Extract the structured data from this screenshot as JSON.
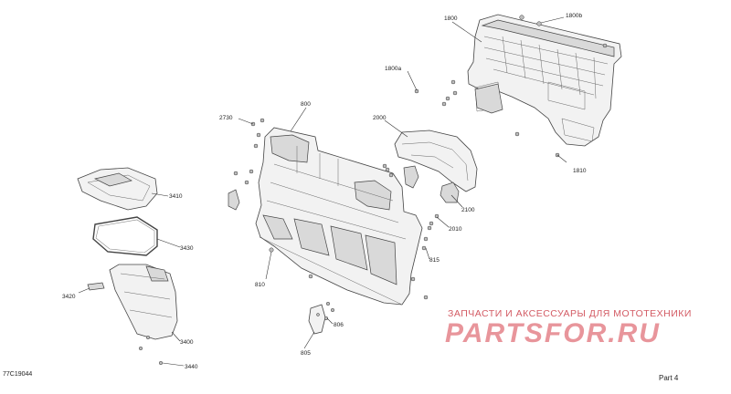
{
  "diagram": {
    "figure_code": "77C19044",
    "page_label": "Part 4",
    "callouts": {
      "c1800": "1800",
      "c1800b": "1800b",
      "c1800a": "1800a",
      "c1810": "1810",
      "c800": "800",
      "c2730": "2730",
      "c2000": "2000",
      "c2100": "2100",
      "c2010": "2010",
      "c815": "815",
      "c810": "810",
      "c806": "806",
      "c805": "805",
      "c3410": "3410",
      "c3430": "3430",
      "c3420": "3420",
      "c3400": "3400",
      "c3440": "3440"
    }
  },
  "watermark": {
    "subtitle": "ЗАПЧАСТИ И АКСЕССУАРЫ ДЛЯ МОТОТЕХНИКИ",
    "logo_text": "PARTSFOR.RU",
    "color": "#e4838a"
  }
}
